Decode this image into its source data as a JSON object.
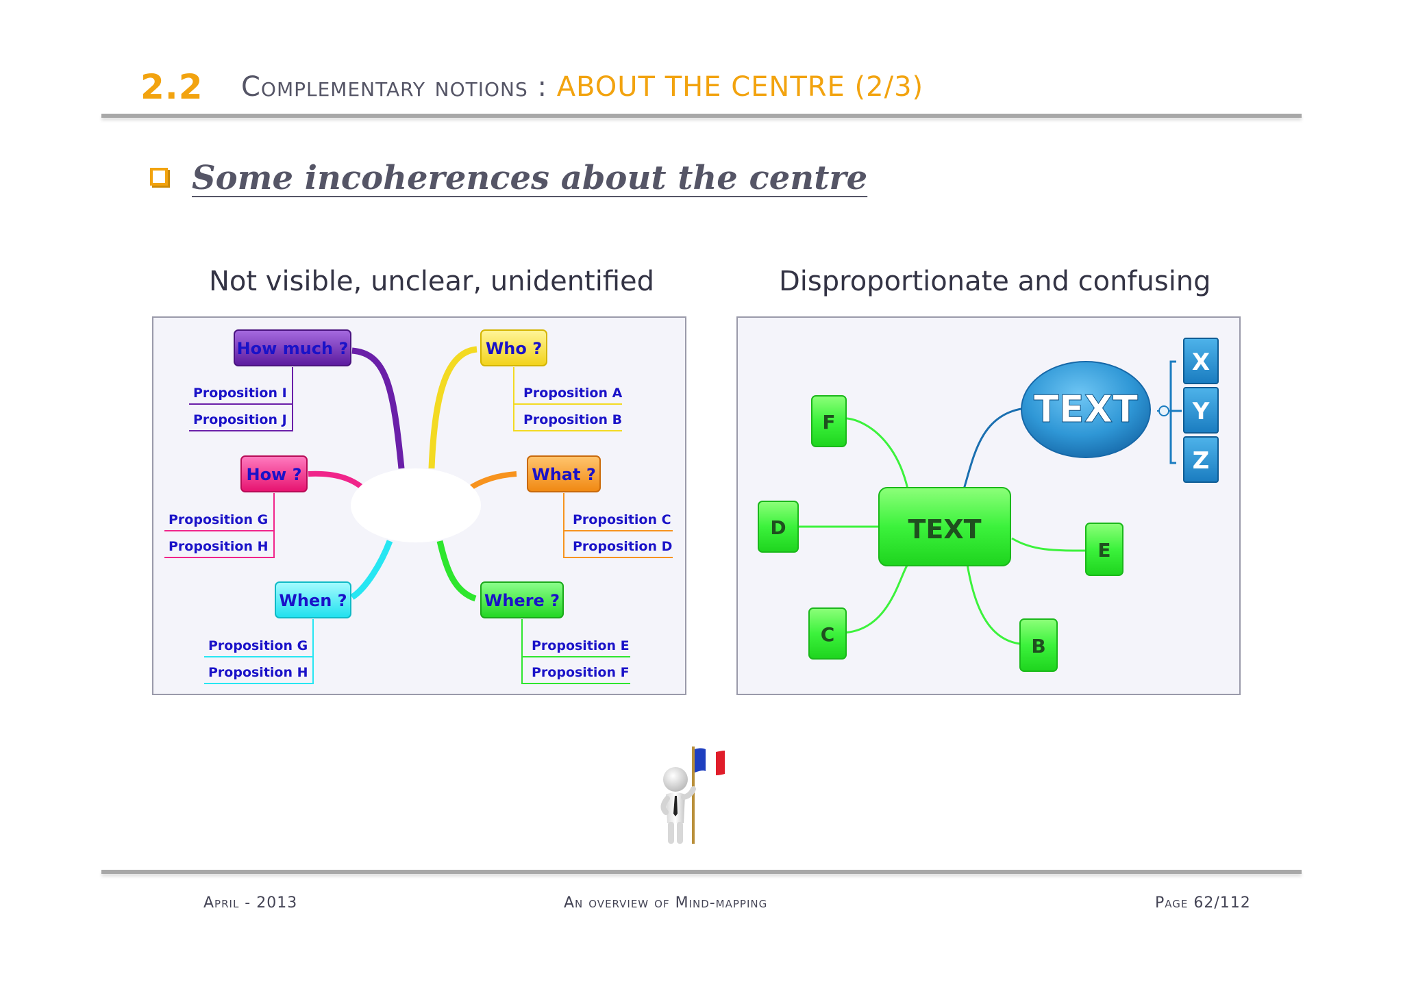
{
  "header": {
    "number": "2.2",
    "title_main": "Complementary notions : ",
    "title_accent": "ABOUT THE CENTRE (2/3)"
  },
  "section": {
    "subtitle": "Some incoherences about the centre"
  },
  "left_figure": {
    "caption": "Not visible, unclear, unidentified",
    "nodes": {
      "how_much": "How much ?",
      "who": "Who ?",
      "how": "How ?",
      "what": "What ?",
      "when": "When ?",
      "where": "Where ?"
    },
    "propositions": {
      "how_much": [
        "Proposition I",
        "Proposition J"
      ],
      "who": [
        "Proposition A",
        "Proposition B"
      ],
      "how": [
        "Proposition G",
        "Proposition H"
      ],
      "what": [
        "Proposition C",
        "Proposition D"
      ],
      "when": [
        "Proposition G",
        "Proposition H"
      ],
      "where": [
        "Proposition E",
        "Proposition F"
      ]
    },
    "colors": {
      "how_much": "#7b2fbf",
      "who": "#f6e12a",
      "how": "#f0248a",
      "what": "#f7931e",
      "when": "#27e6f2",
      "where": "#2ee62e",
      "text": "#1a12c8"
    }
  },
  "right_figure": {
    "caption": "Disproportionate and confusing",
    "center_text": "TEXT",
    "bubble_text": "TEXT",
    "bubble_children": [
      "X",
      "Y",
      "Z"
    ],
    "leaves": [
      "F",
      "D",
      "C",
      "B",
      "E"
    ],
    "colors": {
      "green": "#36e436",
      "blue": "#1f8fcf"
    }
  },
  "footer": {
    "left": "April - 2013",
    "center": "An overview of Mind-mapping",
    "right": "Page 62/112"
  }
}
